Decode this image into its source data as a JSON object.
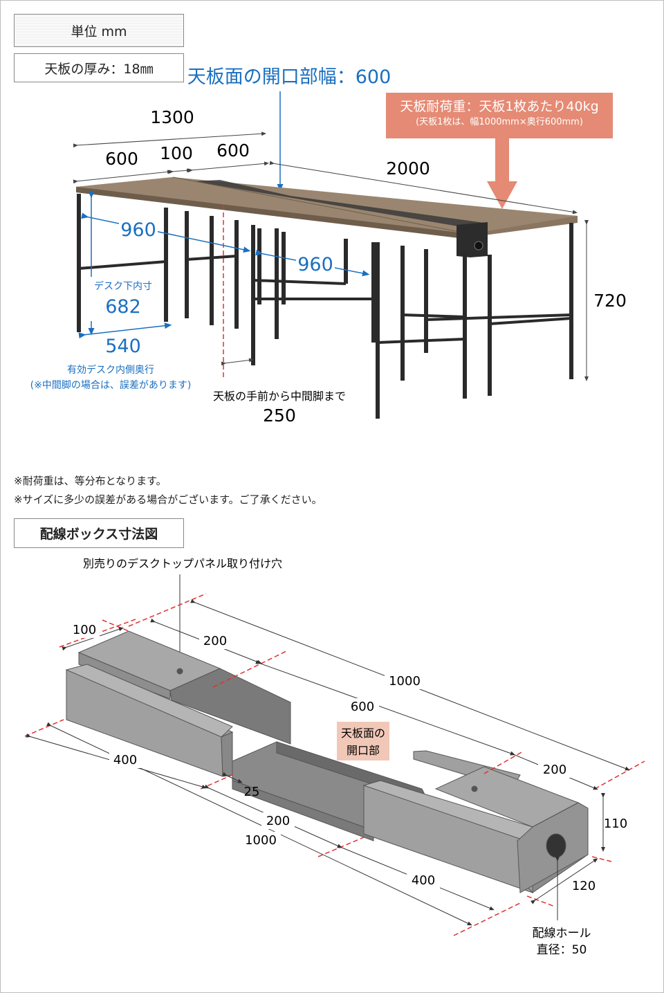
{
  "unit_label": "単位 mm",
  "thickness_label": "天板の厚み：18㎜",
  "opening_width_label": "天板面の開口部幅：600",
  "load_box": {
    "line1": "天板耐荷重：天板1枚あたり40kg",
    "line2": "(天板1枚は、幅1000mm×奥行600mm)"
  },
  "desk_dims": {
    "d1300": "1300",
    "d600a": "600",
    "d100": "100",
    "d600b": "600",
    "d2000": "2000",
    "d960a": "960",
    "d960b": "960",
    "under_label": "デスク下内寸",
    "d682": "682",
    "d540": "540",
    "eff_depth_1": "有効デスク内側奥行",
    "eff_depth_2": "(※中間脚の場合は、誤差があります)",
    "mid_leg_label": "天板の手前から中間脚まで",
    "d250": "250",
    "d720": "720"
  },
  "notes": [
    "※耐荷重は、等分布となります。",
    "※サイズに多少の誤差がある場合がございます。ご了承ください。"
  ],
  "wiring_section_title": "配線ボックス寸法図",
  "wiring": {
    "panel_hole_label": "別売りのデスクトップパネル取り付け穴",
    "w100": "100",
    "w200a": "200",
    "w1000a": "1000",
    "w600": "600",
    "opening_1": "天板面の",
    "opening_2": "開口部",
    "w400a": "400",
    "w25": "25",
    "w200b": "200",
    "w200c": "200",
    "w1000b": "1000",
    "w110": "110",
    "w400b": "400",
    "w120": "120",
    "hole_label_1": "配線ホール",
    "hole_label_2": "直径：50"
  },
  "colors": {
    "blue": "#1a6fc1",
    "salmon": "#e58a74",
    "wood": "#8a7560",
    "leg": "#2a2a2a",
    "box_gray": "#9a9a9a",
    "red_dash": "#e03030"
  }
}
